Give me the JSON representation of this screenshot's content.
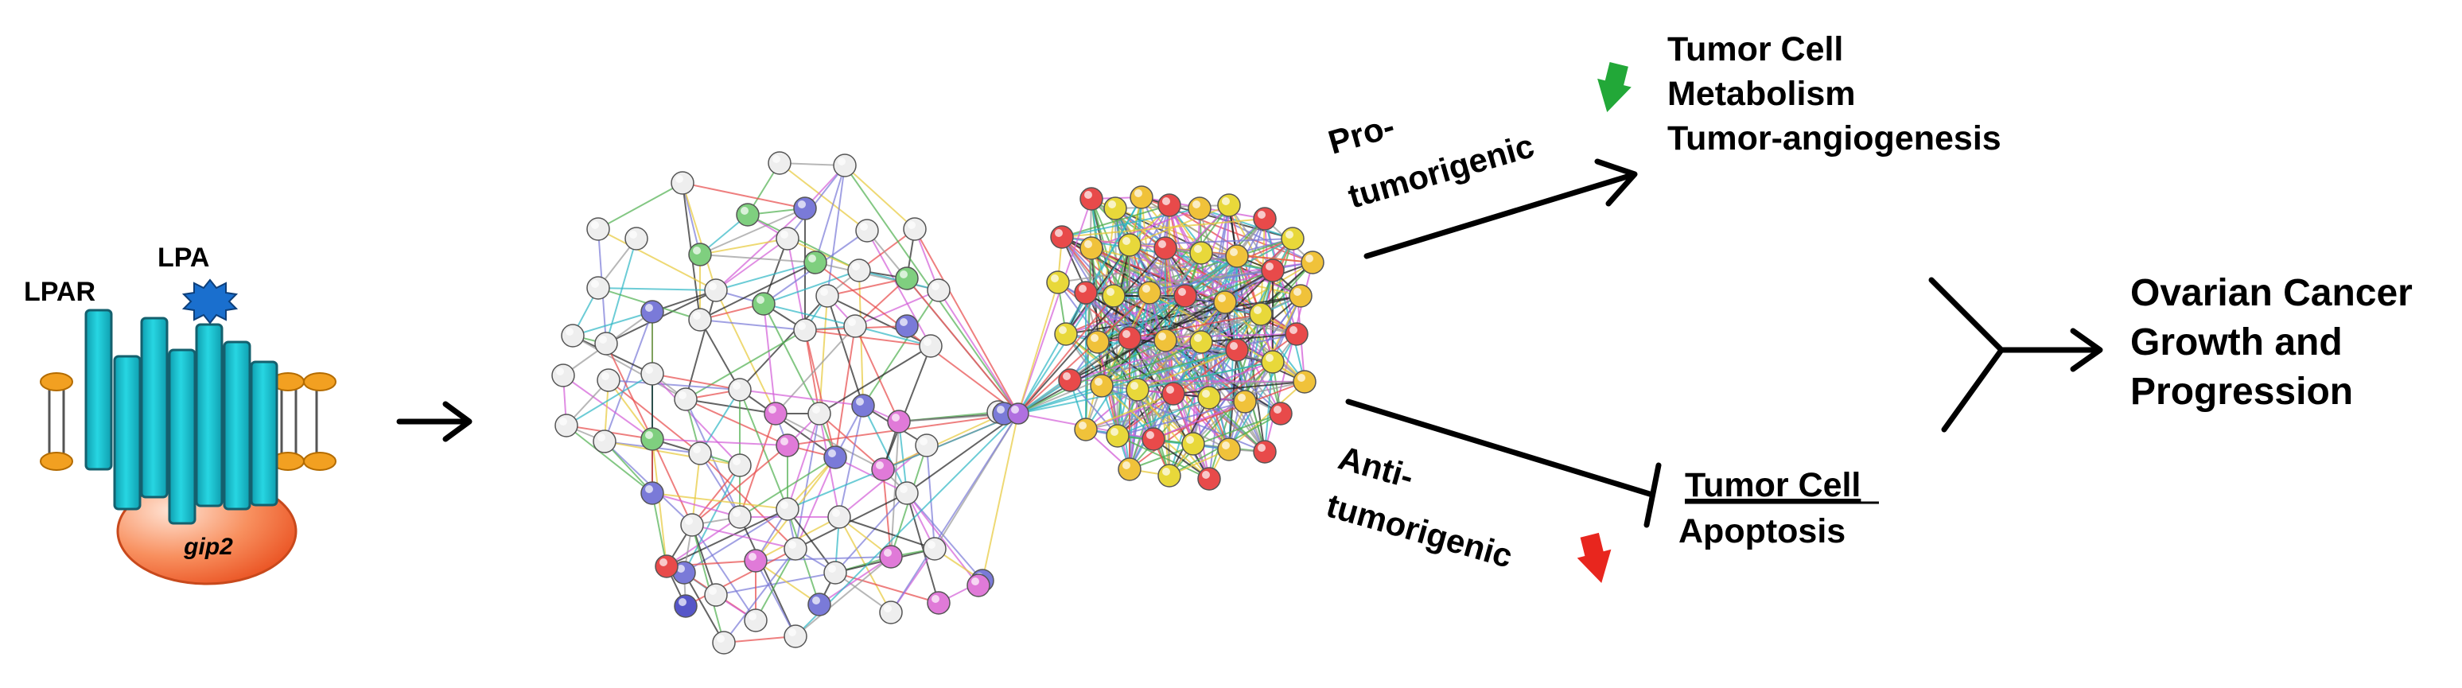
{
  "receptor": {
    "lpar_label": "LPAR",
    "lpa_label": "LPA",
    "gip2_label": "gip2"
  },
  "pro": {
    "label_line1": "Pro-",
    "label_line2": "tumorigenic",
    "outcomes": [
      "Tumor Cell",
      "Metabolism",
      "Tumor-angiogenesis"
    ],
    "indicator_color": "#22a838"
  },
  "anti": {
    "label_line1": "Anti-",
    "label_line2": "tumorigenic",
    "outcome_line1": "Tumor Cell",
    "outcome_line2": "Apoptosis",
    "indicator_color": "#e8261e"
  },
  "result": {
    "lines": [
      "Ovarian Cancer",
      "Growth and",
      "Progression"
    ]
  },
  "colors": {
    "receptor": "#19c6d2",
    "receptor_dark": "#1f6d80",
    "lipid_head": "#f2a021",
    "ligand": "#1a6fce",
    "gip2_fill": "#f16a3c"
  }
}
